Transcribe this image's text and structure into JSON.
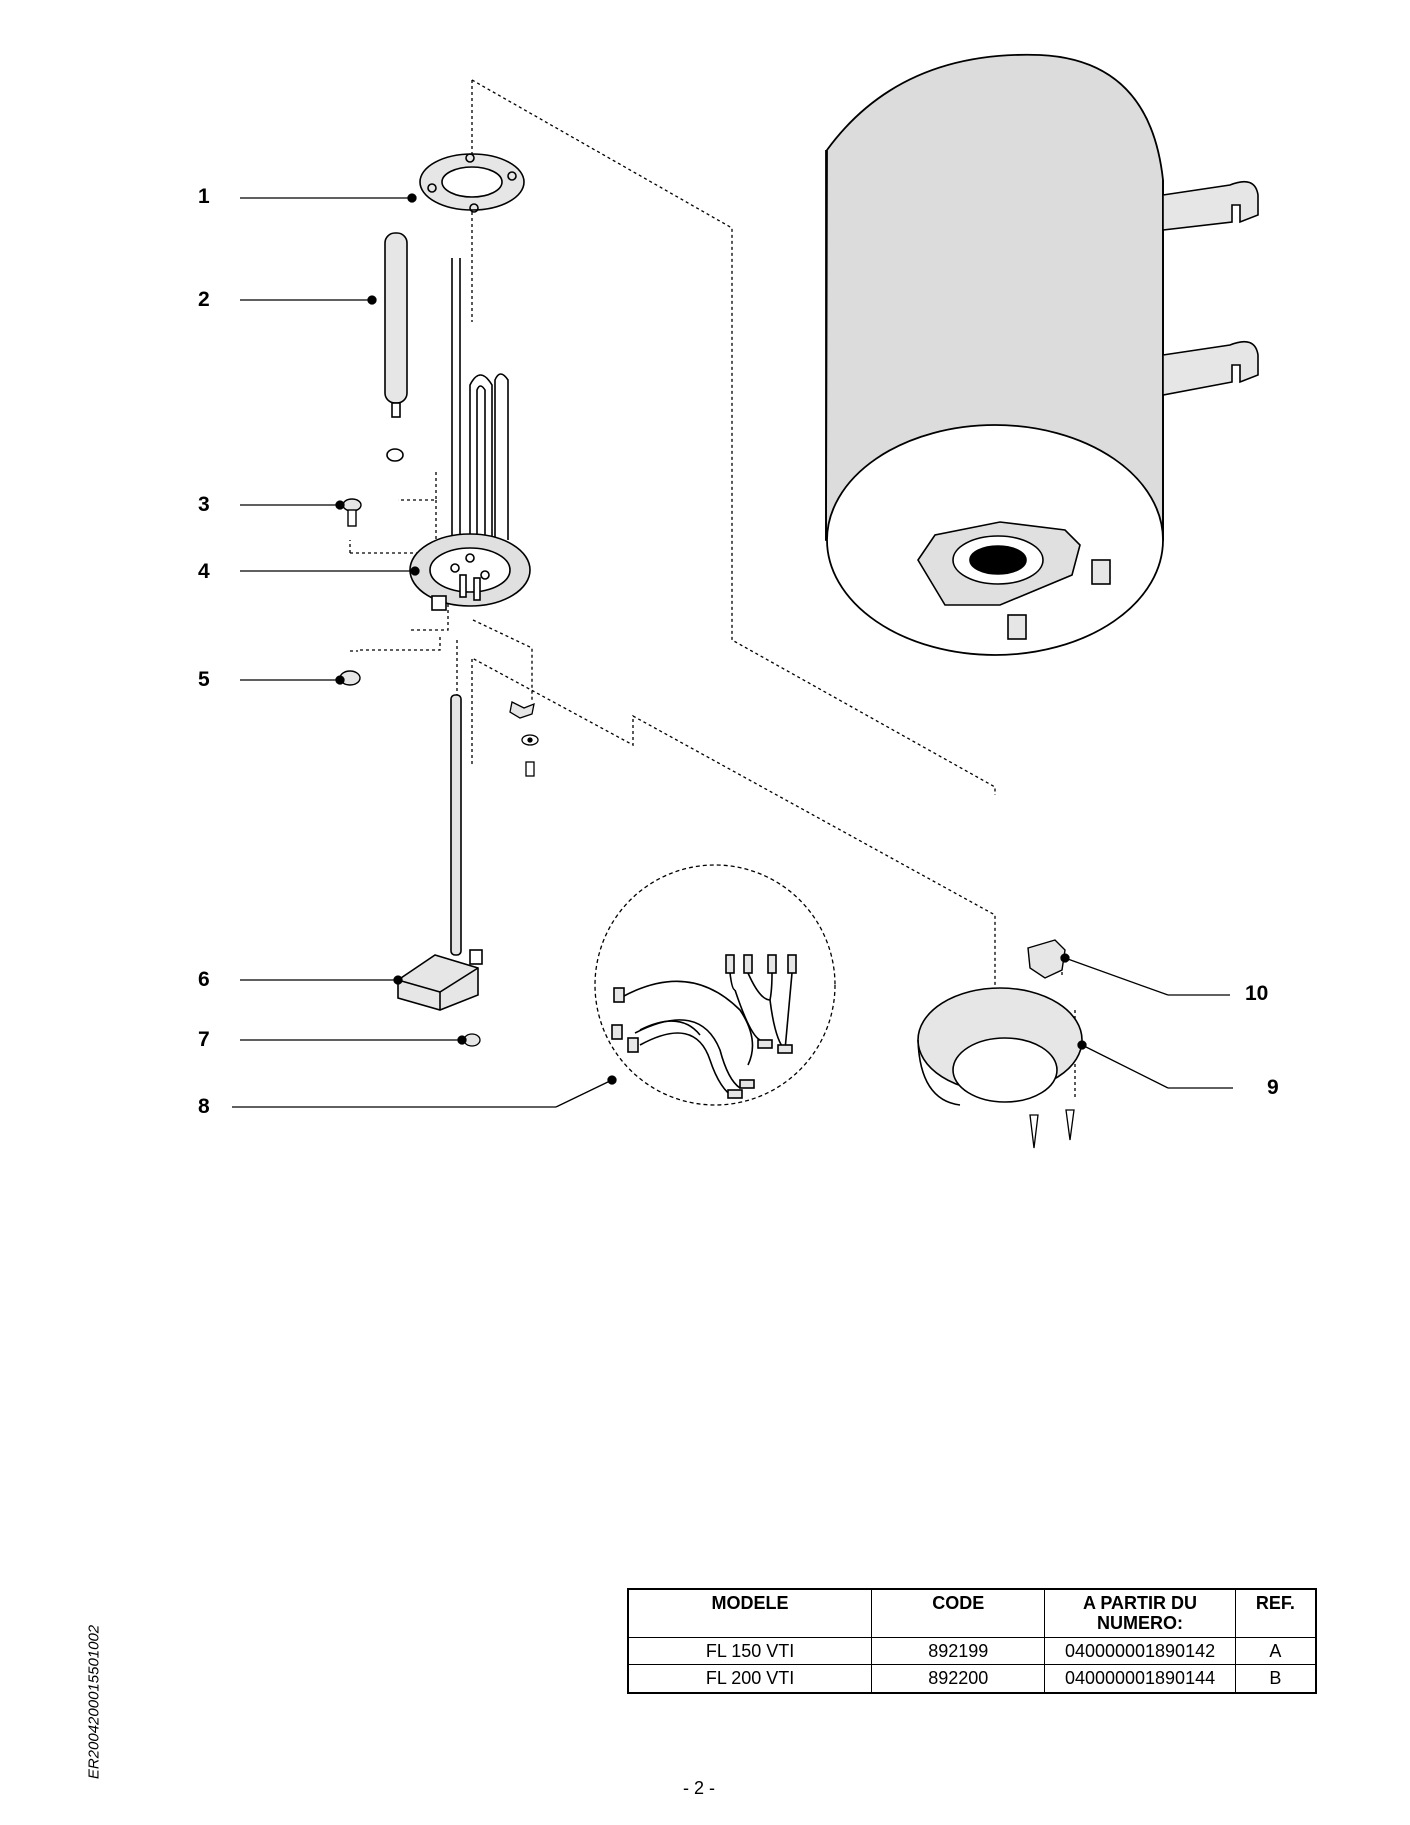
{
  "callouts": {
    "c1": "1",
    "c2": "2",
    "c3": "3",
    "c4": "4",
    "c5": "5",
    "c6": "6",
    "c7": "7",
    "c8": "8",
    "c9": "9",
    "c10": "10"
  },
  "table": {
    "headers": {
      "modele": "MODELE",
      "code": "CODE",
      "a_partir_line1": "A PARTIR DU",
      "a_partir_line2": "NUMERO:",
      "ref": "REF."
    },
    "rows": [
      {
        "modele": "FL 150 VTI",
        "code": "892199",
        "numero": "040000001890142",
        "ref": "A"
      },
      {
        "modele": "FL 200 VTI",
        "code": "892200",
        "numero": "040000001890144",
        "ref": "B"
      }
    ]
  },
  "doc_code": "ER2004200015501002",
  "page_number": "- 2 -"
}
